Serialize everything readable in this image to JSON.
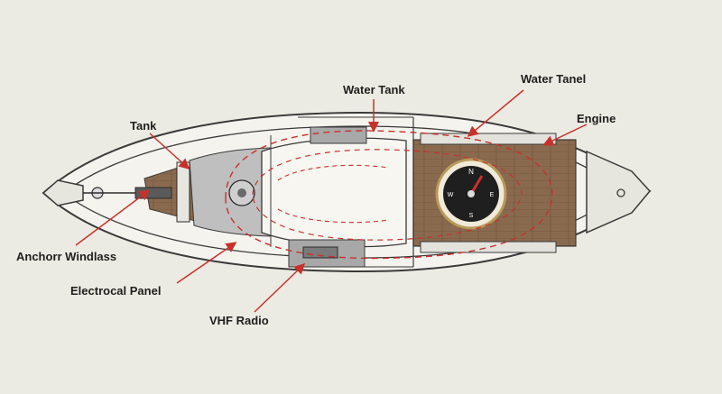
{
  "diagram": {
    "labels": {
      "water_tank": "Water Tank",
      "water_tanel": "Water Tanel",
      "tank": "Tank",
      "engine": "Engine",
      "anchor_windlass": "Anchorr Windlass",
      "electrical_panel": "Electrocal Panel",
      "vhf_radio": "VHF Radio"
    },
    "compass": {
      "north_letter": "N",
      "west_letter": "W",
      "east_letter": "E",
      "south_letter": "S"
    },
    "colors": {
      "background": "#ecebe3",
      "hull": "#f4f3ee",
      "hull_outline": "#3a3a3a",
      "deck_wood": "#8a6a4e",
      "cockpit_gray": "#bfbfbf",
      "arrow_red": "#c8312b",
      "compass_dial": "#1f1f1f",
      "compass_ring": "#b89a5a"
    }
  }
}
